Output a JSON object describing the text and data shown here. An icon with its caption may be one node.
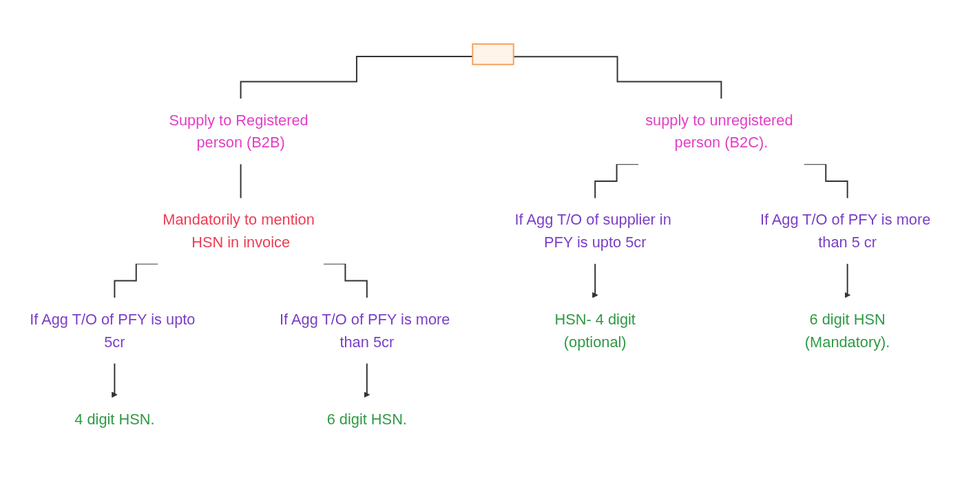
{
  "diagram": {
    "nodes": [
      {
        "text": [],
        "shape": "box"
      },
      {
        "text": [
          "Supply to Registered person (B2B)"
        ]
      },
      {
        "text": [
          "supply to unregistered person (B2C)."
        ]
      },
      {
        "text": [
          "Mandatorily to mention HSN in invoice"
        ]
      },
      {
        "text": [
          "If Agg T/O of PFY is upto 5cr"
        ]
      },
      {
        "text": [
          "If Agg T/O of PFY is more than 5cr"
        ]
      },
      {
        "text": [
          "4 digit HSN."
        ]
      },
      {
        "text": [
          "6 digit HSN."
        ]
      },
      {
        "text": [
          "If Agg T/O of supplier in PFY is upto 5cr"
        ]
      },
      {
        "text": [
          "If Agg T/O of PFY is more than 5 cr"
        ]
      },
      {
        "text": [
          "HSN- 4 digit",
          "(optional)"
        ]
      },
      {
        "text": [
          "6 digit HSN",
          "(Mandatory)."
        ]
      }
    ],
    "edges": [
      {
        "from": 0,
        "to": 1,
        "arrow": "none"
      },
      {
        "from": 0,
        "to": 2,
        "arrow": "none"
      },
      {
        "from": 1,
        "to": 3,
        "arrow": "none"
      },
      {
        "from": 3,
        "to": 4,
        "arrow": "none"
      },
      {
        "from": 3,
        "to": 5,
        "arrow": "none"
      },
      {
        "from": 4,
        "to": 6,
        "arrow": "to"
      },
      {
        "from": 5,
        "to": 7,
        "arrow": "to"
      },
      {
        "from": 2,
        "to": 8,
        "arrow": "none"
      },
      {
        "from": 2,
        "to": 9,
        "arrow": "none"
      },
      {
        "from": 8,
        "to": 10,
        "arrow": "to"
      },
      {
        "from": 9,
        "to": 11,
        "arrow": "to"
      }
    ]
  }
}
